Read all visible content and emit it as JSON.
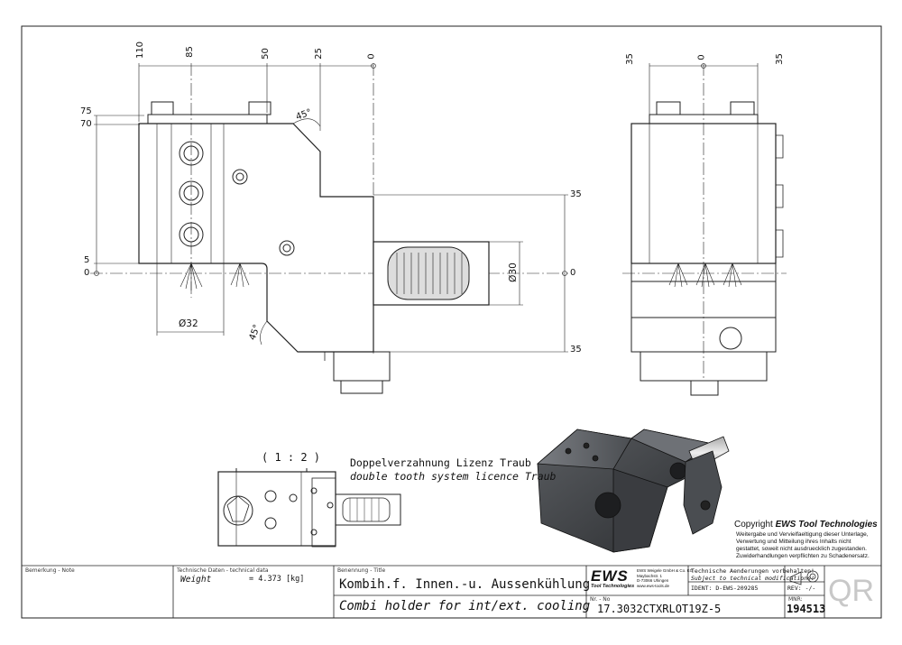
{
  "dimensions_top": [
    "110",
    "85",
    "50",
    "25",
    "0"
  ],
  "dimensions_left": [
    "75",
    "70",
    "5",
    "0"
  ],
  "dimensions_right_front": [
    "35",
    "0",
    "35"
  ],
  "dimension_diameter_body": "Ø32",
  "dimension_diameter_shank": "Ø30",
  "angle_top": "45°",
  "angle_bottom": "45°",
  "side_view_top": [
    "35",
    "0",
    "35"
  ],
  "scale_label": "( 1 : 2 )",
  "note_de": "Doppelverzahnung Lizenz Traub",
  "note_en": "double tooth system licence Traub",
  "copyright": {
    "prefix": "Copyright ",
    "brand": "EWS Tool Technologies",
    "lines": [
      "Weitergabe und Vervielfaeltigung dieser Unterlage,",
      "Verwertung und Mitteilung ihres Inhalts nicht",
      "gestattet, soweit nicht ausdruecklich zugestanden.",
      "Zuwiderhandlungen verpflichten zu Schadenersatz."
    ]
  },
  "title_block": {
    "note_label": "Bemerkung - Note",
    "tech_label": "Technische Daten - technical data",
    "weight_label": "Weight",
    "weight_value": "= 4.373 [kg]",
    "name_label": "Benennung - Title",
    "title_de": "Kombih.f. Innen.-u. Aussenkühlung",
    "title_en": "Combi holder for int/ext. cooling",
    "logo": "EWS",
    "logo_sub": "Tool Technologies",
    "company_lines": [
      "EWS Weigele GmbH & Co. KG",
      "Maybachstr. 1",
      "D-73066 Uhingen",
      "www.ews-tools.de"
    ],
    "change_de": "Technische Aenderungen vorbehalten!",
    "change_en": "Subject to technical modifications!",
    "ident": "IDENT: D-EWS-209285",
    "rev": "REV: -/-",
    "nr_label": "Nr. - No",
    "part_number": "17.3032CTXRLOT19Z-5",
    "mnr_label": "MNR:",
    "mnr": "194513",
    "qr": "QR"
  }
}
